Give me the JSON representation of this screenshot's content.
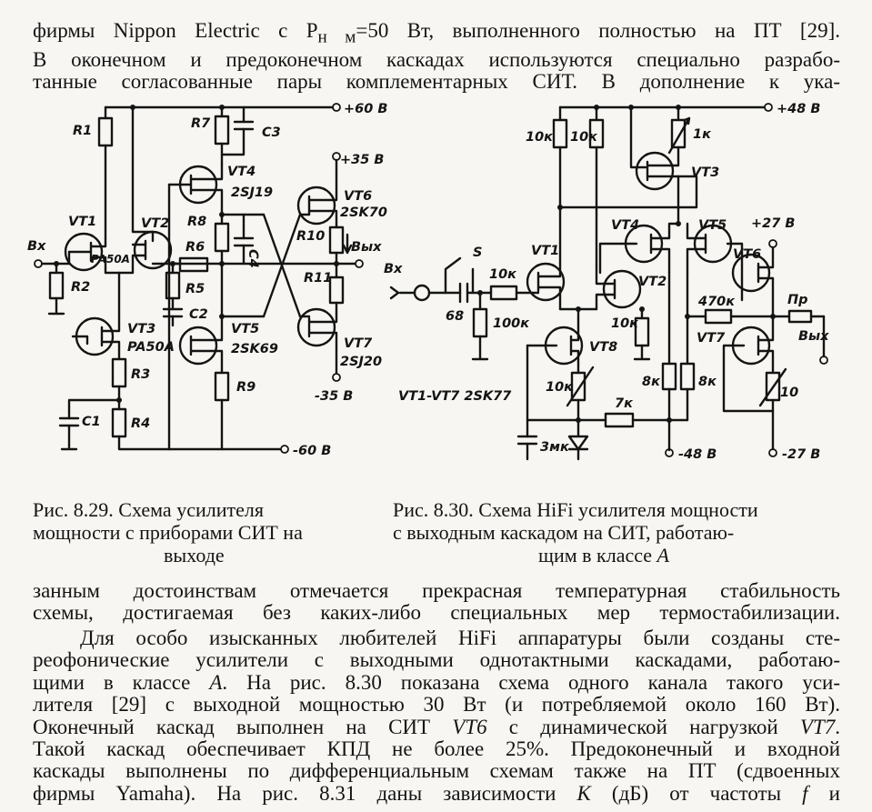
{
  "top_text": [
    "фирмы Nippon Electric с P<sub>н м</sub>=50 Вт, выполненного полностью на ПТ [29].",
    "В оконечном и предоконечном каскадах используются специально разрабо-",
    "танные согласованные пары комплементарных СИТ. В дополнение к ука-"
  ],
  "fig829": {
    "labels": {
      "r1": "R1",
      "r2": "R2",
      "r3": "R3",
      "r4": "R4",
      "r5": "R5",
      "r6": "R6",
      "r7": "R7",
      "r8": "R8",
      "r9": "R9",
      "r10": "R10",
      "r11": "R11",
      "c1": "C1",
      "c2": "C2",
      "c3": "C3",
      "c4": "C4",
      "vt1": "VT1",
      "vt2": "VT2",
      "vt3": "VT3",
      "vt4": "VT4",
      "vt5": "VT5",
      "vt6": "VT6",
      "vt7": "VT7",
      "pa50a_1": "PA50A",
      "pa50a_2": "PA50A",
      "sj19": "2SJ19",
      "sk69": "2SK69",
      "sk70": "2SK70",
      "sj20": "2SJ20",
      "in": "Вх",
      "out": "Вых",
      "p60": "+60 В",
      "p35": "+35 В",
      "m35": "-35 В",
      "m60": "-60 В"
    },
    "caption": [
      "Рис. 8.29. Схема усилителя",
      "мощности с приборами СИТ на",
      "выходе"
    ]
  },
  "fig830": {
    "labels": {
      "p48": "+48 В",
      "r10k_a": "10к",
      "r10k_b": "10к",
      "r1k": "1к",
      "vt3": "VT3",
      "vt4": "VT4",
      "vt5": "VT5",
      "p27": "+27 В",
      "s": "S",
      "in": "Вх",
      "r10k_in": "10к",
      "vt1": "VT1",
      "vt2": "VT2",
      "vt6": "VT6",
      "c68": "68",
      "r100k": "100к",
      "r10k_c": "10к",
      "r470k": "470к",
      "fuse": "Пр",
      "out": "Вых",
      "vt8": "VT8",
      "vt7": "VT7",
      "r10k_d": "10к",
      "r8k_a": "8к",
      "r8k_b": "8к",
      "r10": "10",
      "types": "VT1-VT7 2SK77",
      "r7k": "7к",
      "c3mk": "3мк",
      "m48": "-48 В",
      "m27": "-27 В"
    },
    "caption": [
      "Рис. 8.30. Схема HiFi усилителя мощности",
      "с выходным каскадом на СИТ, работаю-",
      "щим в классе <em>А</em>"
    ]
  },
  "para1": [
    "занным достоинствам отмечается прекрасная температурная стабильность",
    "схемы, достигаемая без каких-либо специальных мер термостабилизации."
  ],
  "para2": [
    "Для особо изысканных любителей HiFi аппаратуры были созданы сте-",
    "реофонические усилители с выходными однотактными каскадами, работаю-",
    "щими в классе <em>А</em>. На рис. 8.30 показана схема одного канала такого уси-",
    "лителя [29] с выходной мощностью 30 Вт (и потребляемой около 160 Вт).",
    "Оконечный каскад выполнен на СИТ <em>VT6</em> с динамической нагрузкой <em>VT7</em>.",
    "Такой каскад обеспечивает КПД не более 25%. Предоконечный и входной",
    "каскады выполнены по дифференциальным схемам также на ПТ (сдвоенных",
    "фирмы Yamaha). На рис. 8.31 даны зависимости <em>К</em> (дБ) от частоты <em>f</em> и"
  ]
}
